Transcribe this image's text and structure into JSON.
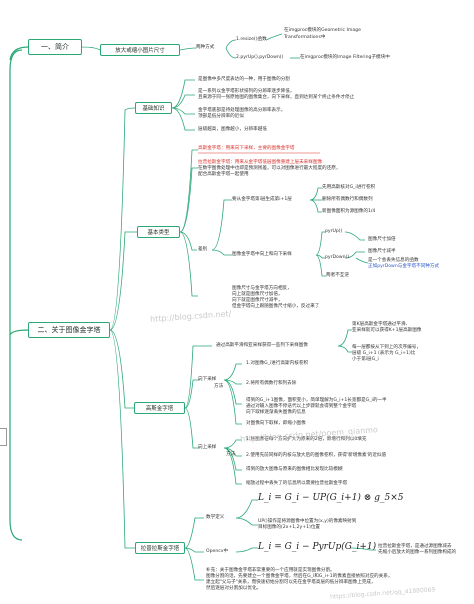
{
  "colors": {
    "branch": "#2aa876",
    "accent": "#d8322b",
    "link": "#2f58c9",
    "text": "#333333"
  },
  "main": {
    "intro": "一、简介",
    "pyramid": "二、关于图像金字塔"
  },
  "intro": {
    "resize_node": "放大或缩小图片尺寸",
    "two_ways": "两种方式",
    "way1": "1.resize()函数",
    "way1_desc_1": "在imgproc模块的Geometric Image",
    "way1_desc_2": "Transformations中",
    "way2": "2.pyrUp(),pyrDown()",
    "way2_desc": "在imgproc模块的Image Filtering子模块中"
  },
  "basics": {
    "title": "基础知识",
    "l1": "是图像中多尺度表达的一种，用于图像的分割",
    "l2a": "是一系列以金字塔形状排列的分辨率逐步降低，",
    "l2b": "且来源于同一张原始图的图像集合，向下采样，直到达到某个终止条件才停止",
    "l3a": "金字塔底部是待处理图像的高分辨率表示，",
    "l3b": "顶部是低分辨率的近似",
    "l4": "层级越高，图像越小，分辨率越低"
  },
  "types": {
    "title": "基本类型",
    "gauss_a": "高斯金字塔：用来向下采样，主要的图像金字塔",
    "lap_a": "拉普拉斯金字塔：用来从金字塔低层图像重建上层未采样图像",
    "lap_b": "在数字图像处理中也即是预测残差，可以对图像进行最大程度的还原，",
    "lap_c": "配合高斯金字塔一起使用",
    "diff": "差别",
    "diff1": "要从金字塔第i层生成第i+1层",
    "diff1a": "先用高斯核对G_i进行卷积",
    "diff1b": "删除所有偶数行和偶数列",
    "diff1c": "新图像面积为源图像的1/4",
    "updown": "图像金字塔中向上和向下采样",
    "pyrup": "pyrUp()",
    "pyrdown": "pyrDown()",
    "shrink": "图像尺寸加倍",
    "shrink2": "图像尺寸减半",
    "inverse_a": "是一个会丢失信息的函数",
    "inverse_b": "正如pyrDown与金字塔不同种方式",
    "not_inverse": "两者不互逆",
    "note1": "图像尺寸与金字塔方向相反，",
    "note2": "向上就是图像尺寸加倍，",
    "note3": "向下就是图像尺寸减半，",
    "note4": "但金字塔向上跟随图像尺寸缩小，反过来了"
  },
  "gauss": {
    "title": "高斯金字塔",
    "path": "通过高斯平滑和亚采样获得一些列下采样图像",
    "side1a": "第K层高斯金字塔通过平滑、",
    "side1b": "亚采样就可以获得K+1层高斯图像",
    "side2a": "每一层都按从下到上的次序编号，",
    "side2b": "层级 G_i+1 (表示为 G_i+1)比",
    "side2c": "小于第i层G_i",
    "down": "向下采样",
    "method": "方法",
    "m1": "1.对图像G_i进行高斯内核卷积",
    "m2": "2.将所有偶数行和列去除",
    "m3a": "得到的G_i+1图像，面积变小，简单理解为G_i+1长宽都是G_i的一半",
    "m3b": "通过对输入图像不停迭代以上步骤就会得到整个金字塔",
    "m3c": "向下取样逐渐丢失图像的信息",
    "m4": "对图像向下取样，即缩小图像",
    "up": "向上采样",
    "u1": "1.将图像在每个方向扩大为原来的2倍，新增行和列以0填充",
    "u2": "2.使用先前同样的内核与放大后的图像卷积，获得'新增像素'的近似值",
    "u3": "得到的放大图像与原来的图像相比发现比较模糊",
    "u4": "缩放过程中丢失了的信息所以需要拉普拉斯金字塔"
  },
  "laplace": {
    "title": "拉普拉斯金字塔",
    "math": "数学定义",
    "formula1": "L_i = G_i − UP(G_i+1) ⊗ g_5×5",
    "up_desc_a": "UP()操作是将源图像中位置为(x,y)的像素映射到",
    "up_desc_b": "目标图像的(2x+1,2y+1)位置",
    "opencv": "Opencv中",
    "formula2": "L_i = G_i − PyrUp(G_i+1)",
    "opencv_desc_a": "拉普拉斯金字塔，是通过源图像减去",
    "opencv_desc_b": "先缩小后放大的图像一系列图像构成的",
    "note_a": "补充：关于图像金字塔非常重要的一个应用就是实现图像分割。",
    "note_b": "图像分割的话，先要建立一个图像金字塔，然后在G_i和G_i+1的像素直接依照对应的关系，",
    "note_c": "建立起\"父与子\"关系，而快速初始分割可以先在金字塔高层的低分辨率图像上完成，",
    "note_d": "然后逐层对分割加以优化。"
  },
  "watermark": {
    "w1": "http://blog.csdn.net/",
    "w2": "http://blog.csdn.net/poem_qianmo",
    "w3": "https://blog.csdn.net/qq_41880069"
  }
}
